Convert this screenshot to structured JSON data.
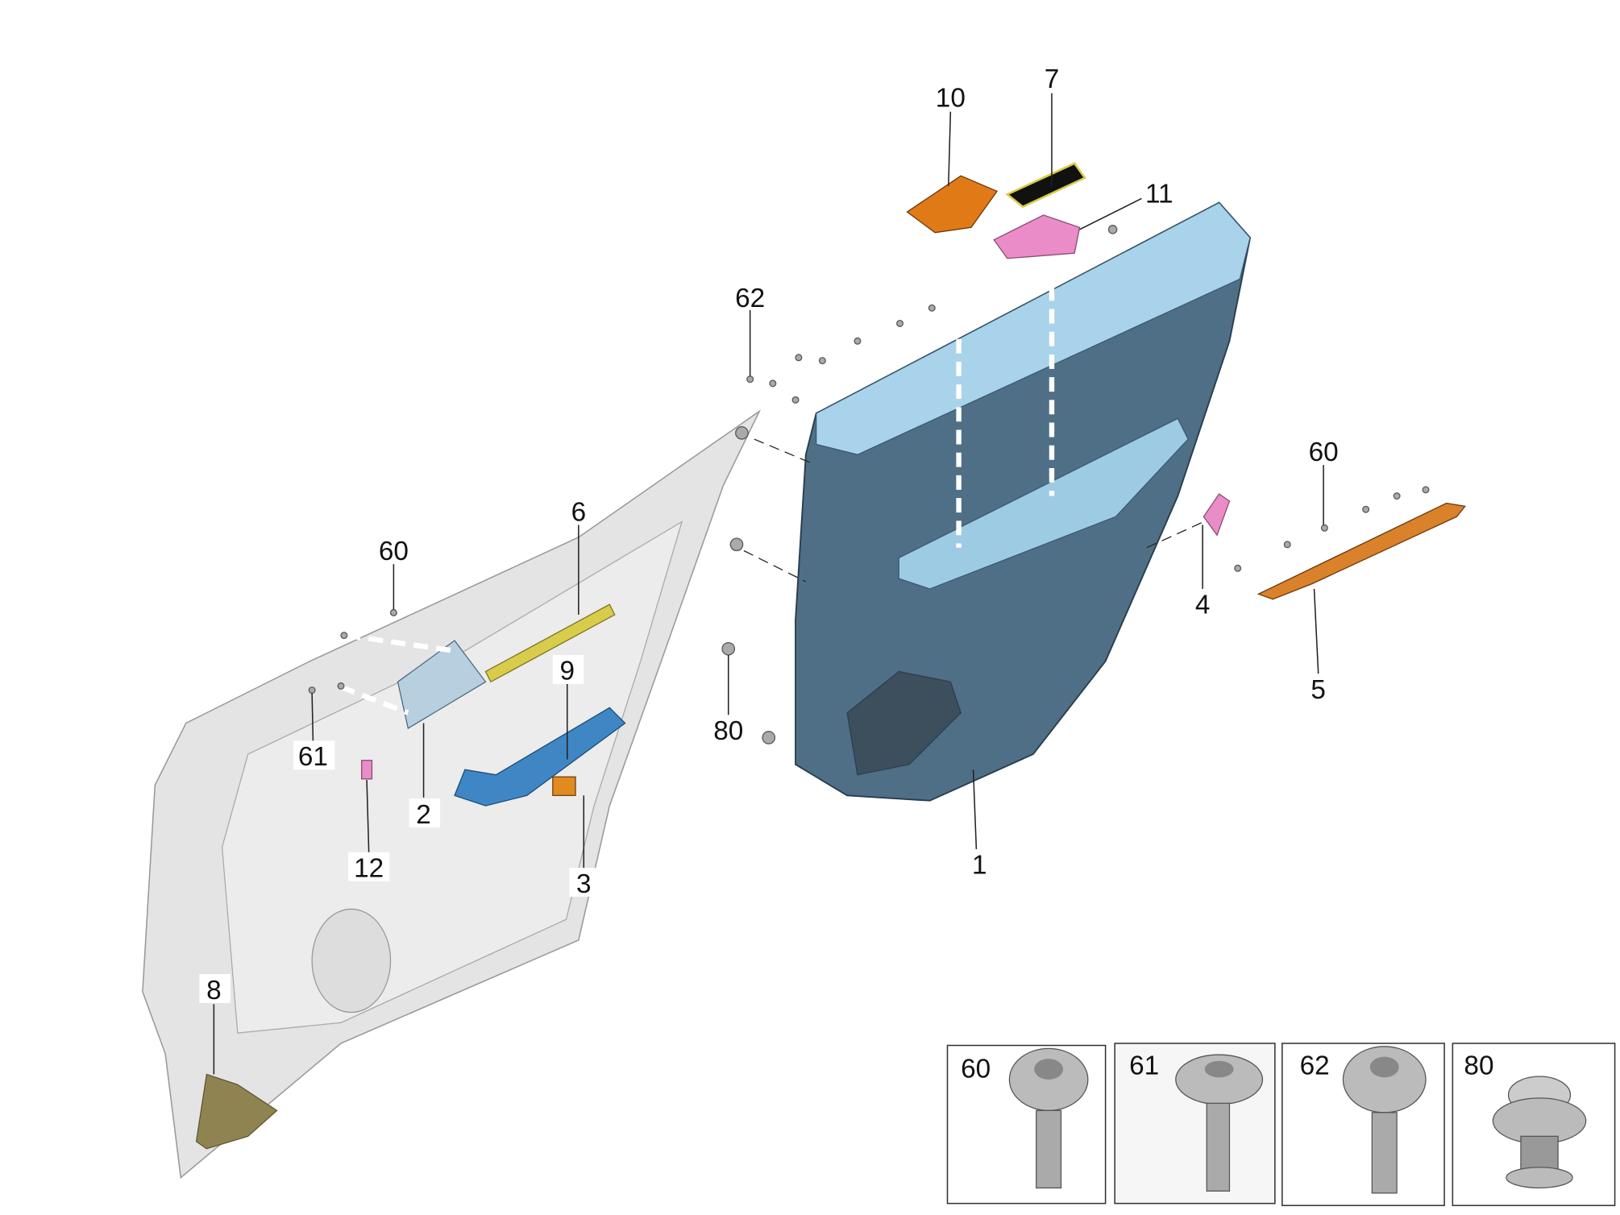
{
  "diagram": {
    "callouts": {
      "p1": "1",
      "p2": "2",
      "p3": "3",
      "p4": "4",
      "p5": "5",
      "p6": "6",
      "p7": "7",
      "p8": "8",
      "p9": "9",
      "p10": "10",
      "p11": "11",
      "p12": "12",
      "p60_left": "60",
      "p60_right": "60",
      "p61": "61",
      "p62": "62",
      "p80": "80"
    },
    "insets": [
      {
        "number": "60",
        "type": "screw"
      },
      {
        "number": "61",
        "type": "screw"
      },
      {
        "number": "62",
        "type": "screw"
      },
      {
        "number": "80",
        "type": "clip"
      }
    ],
    "colors": {
      "door_panel": "#4f6f86",
      "door_panel_top": "#a9d3ea",
      "door_shell": "#e2e2e2",
      "switch_orange": "#e07a17",
      "bezel_pink": "#e98cc8",
      "trim_orange": "#d9822b",
      "bracket_blue": "#3f86c4",
      "harness_yellow": "#d8cc4a",
      "pad_olive": "#8f8451"
    }
  }
}
